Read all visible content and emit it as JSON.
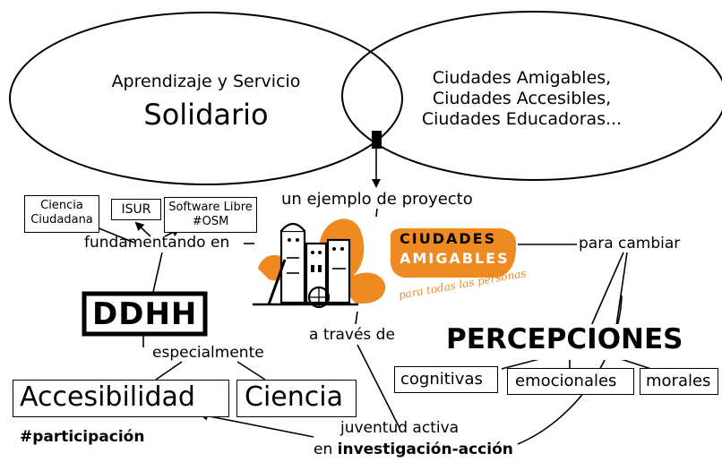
{
  "ellipses": {
    "left": {
      "line1": "Aprendizaje y Servicio",
      "line2": "Solidario"
    },
    "right": {
      "line1": "Ciudades Amigables,",
      "line2": "Ciudades Accesibles,",
      "line3": "Ciudades Educadoras..."
    }
  },
  "project_label": "un ejemplo de proyecto",
  "logo": {
    "line1": "CIUDADES",
    "line2": "AMIGABLES",
    "tagline": "para todas las personas"
  },
  "boxes": {
    "ciencia_ciudadana": {
      "line1": "Ciencia",
      "line2": "Ciudadana"
    },
    "isur": "ISUR",
    "software_libre": {
      "line1": "Software Libre",
      "line2": "#OSM"
    }
  },
  "labels": {
    "fundamentando": "fundamentando en",
    "ddhh": "DDHH",
    "especialmente": "especialmente",
    "accesibilidad": "Accesibilidad",
    "ciencia": "Ciencia",
    "participacion": "#participación",
    "a_traves_de": "a través de",
    "juventud_line1": "juventud activa",
    "juventud_line2_prefix": "en ",
    "juventud_line2_bold": "investigación-acción",
    "para_cambiar": "para cambiar",
    "percepciones": "PERCEPCIONES",
    "cognitivas": "cognitivas",
    "emocionales": "emocionales",
    "morales": "morales"
  },
  "colors": {
    "orange": "#ef8a22",
    "dark_orange": "#d9731a",
    "ink": "#000000"
  }
}
